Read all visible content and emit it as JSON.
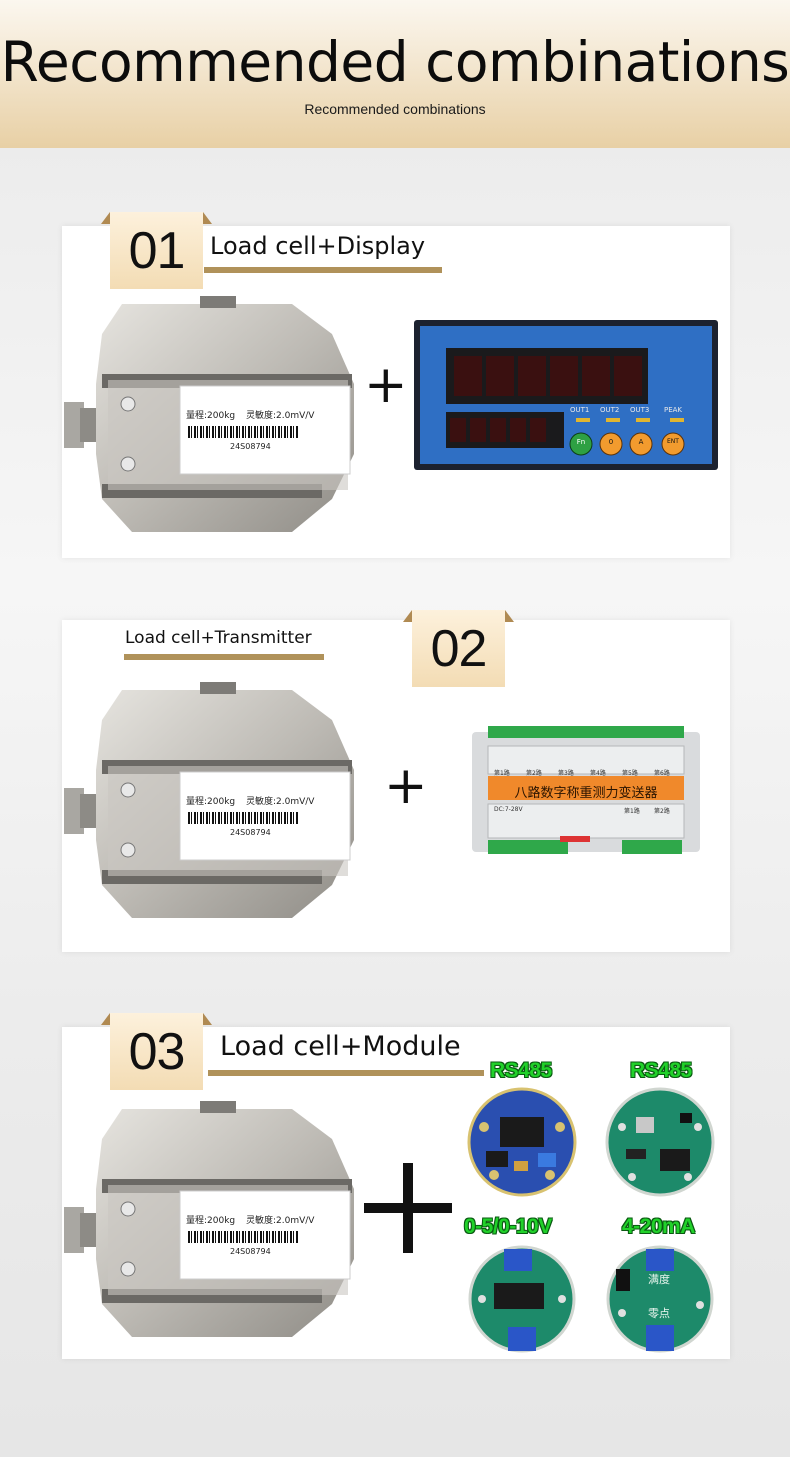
{
  "header": {
    "title": "Recommended combinations",
    "subtitle": "Recommended combinations"
  },
  "loadcell_label": {
    "range": "量程:200kg",
    "sensitivity": "灵敏度:2.0mV/V",
    "serial": "24S08794"
  },
  "combos": [
    {
      "number": "01",
      "title": "Load cell+Display",
      "plus": "+",
      "display": {
        "leds": [
          "OUT1",
          "OUT2",
          "OUT3",
          "PEAK"
        ],
        "buttons": [
          "Fn",
          "0",
          "A",
          "ENT"
        ]
      }
    },
    {
      "number": "02",
      "title": "Load cell+Transmitter",
      "plus": "+",
      "transmitter": {
        "label": "八路数字称重测力变送器",
        "channels": [
          "第1路",
          "第2路",
          "第3路",
          "第4路",
          "第5路",
          "第6路"
        ],
        "power": "DC:7-28V",
        "bottom_channels": [
          "第1路",
          "第2路"
        ]
      }
    },
    {
      "number": "03",
      "title": "Load cell+Module",
      "modules": [
        {
          "label": "RS485"
        },
        {
          "label": "RS485"
        },
        {
          "label": "0-5/0-10V"
        },
        {
          "label": "4-20mA",
          "pot_labels": [
            "满度",
            "零点"
          ]
        }
      ]
    }
  ],
  "colors": {
    "gold_line": "#b0925a",
    "module_label": "#21d12a",
    "display_body": "#2f6fc4",
    "transmitter_banner": "#f0892b"
  }
}
